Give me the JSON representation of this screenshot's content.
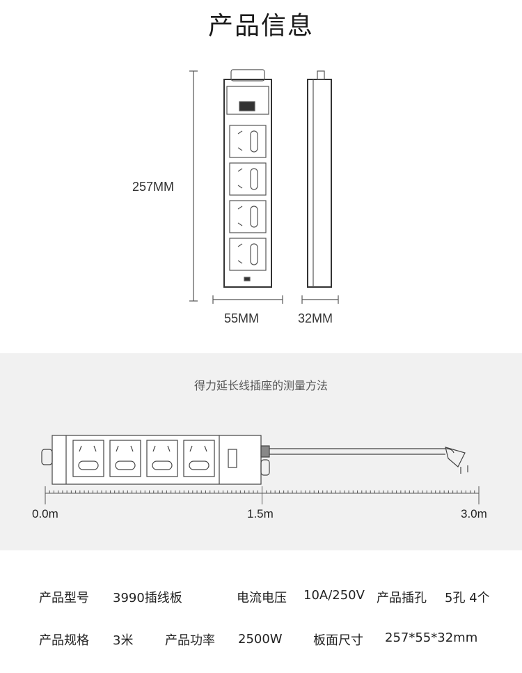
{
  "title": "产品信息",
  "dimensions": {
    "height": "257MM",
    "width": "55MM",
    "depth": "32MM"
  },
  "measure": {
    "subtitle": "得力延长线插座的测量方法",
    "ticks": [
      "0.0m",
      "1.5m",
      "3.0m"
    ]
  },
  "specs": [
    {
      "label": "产品型号",
      "value": "3990插线板"
    },
    {
      "label": "电流电压",
      "value": "10A/250V"
    },
    {
      "label": "产品插孔",
      "value": "5孔 4个"
    },
    {
      "label": "产品规格",
      "value": "3米"
    },
    {
      "label": "产品功率",
      "value": "2500W"
    },
    {
      "label": "板面尺寸",
      "value": "257*55*32mm"
    }
  ]
}
